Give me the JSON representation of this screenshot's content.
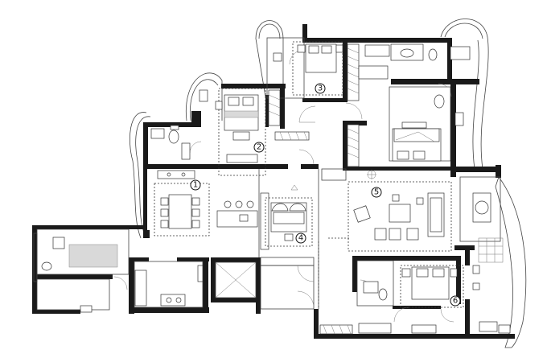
{
  "plan": {
    "zone_markers": [
      {
        "id": "zone-1",
        "label": "1"
      },
      {
        "id": "zone-2",
        "label": "2"
      },
      {
        "id": "zone-3",
        "label": "3"
      },
      {
        "id": "zone-4",
        "label": "4"
      },
      {
        "id": "zone-5",
        "label": "5"
      },
      {
        "id": "zone-6",
        "label": "6"
      }
    ]
  }
}
